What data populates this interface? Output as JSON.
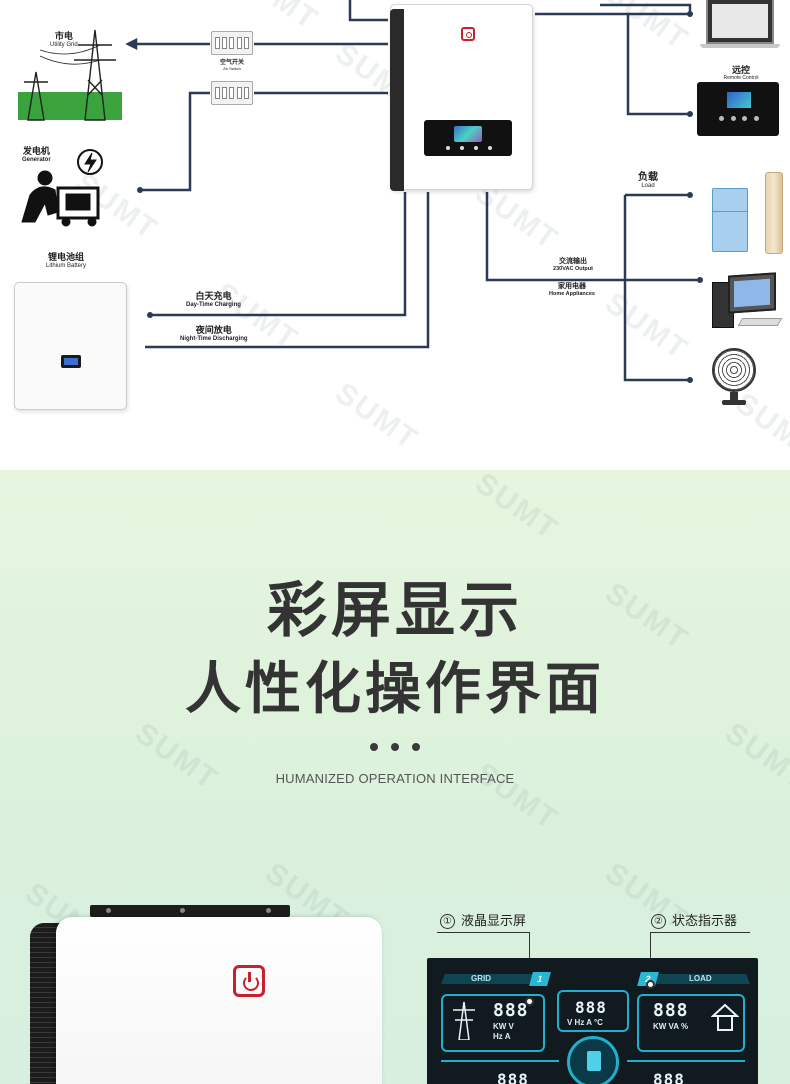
{
  "diagram": {
    "utility_grid": {
      "cn": "市电",
      "en": "Utility Grid"
    },
    "air_switch": {
      "cn": "空气开关",
      "en": "Air Switch"
    },
    "generator": {
      "cn": "发电机",
      "en": "Generator"
    },
    "lithium_battery": {
      "cn": "锂电池组",
      "en": "Lithium Battery"
    },
    "day_charging": {
      "cn": "白天充电",
      "en": "Day-Time Charging"
    },
    "night_discharging": {
      "cn": "夜间放电",
      "en": "Night-Time Discharging"
    },
    "remote_control": {
      "cn": "远控",
      "en": "Remote Control"
    },
    "load": {
      "cn": "负载",
      "en": "Load"
    },
    "ac_output": {
      "cn": "交流输出",
      "en": "230VAC Output"
    },
    "home_appliances": {
      "cn": "家用电器",
      "en": "Home Appliances"
    },
    "watermark": "SUMT",
    "wire_color": "#2b3a55"
  },
  "section2": {
    "title_line1": "彩屏显示",
    "title_line2": "人性化操作界面",
    "subtitle": "HUMANIZED OPERATION INTERFACE",
    "callout1": {
      "num": "①",
      "label": "液晶显示屏"
    },
    "callout2": {
      "num": "②",
      "label": "状态指示器"
    },
    "lcd": {
      "grid_label": "GRID",
      "load_label": "LOAD",
      "badge1": "1",
      "badge2": "2",
      "left_digits": "888",
      "left_units_1": "KW  V",
      "left_units_2": "Hz  A",
      "mid_digits": "888",
      "mid_units": "V  Hz  A  °C",
      "right_digits": "888",
      "right_units": "KW  VA  %",
      "bottom_left_digits": "888",
      "bottom_right_digits": "888"
    },
    "accent_color": "#1fb0cf",
    "brand_red": "#c8202f"
  }
}
